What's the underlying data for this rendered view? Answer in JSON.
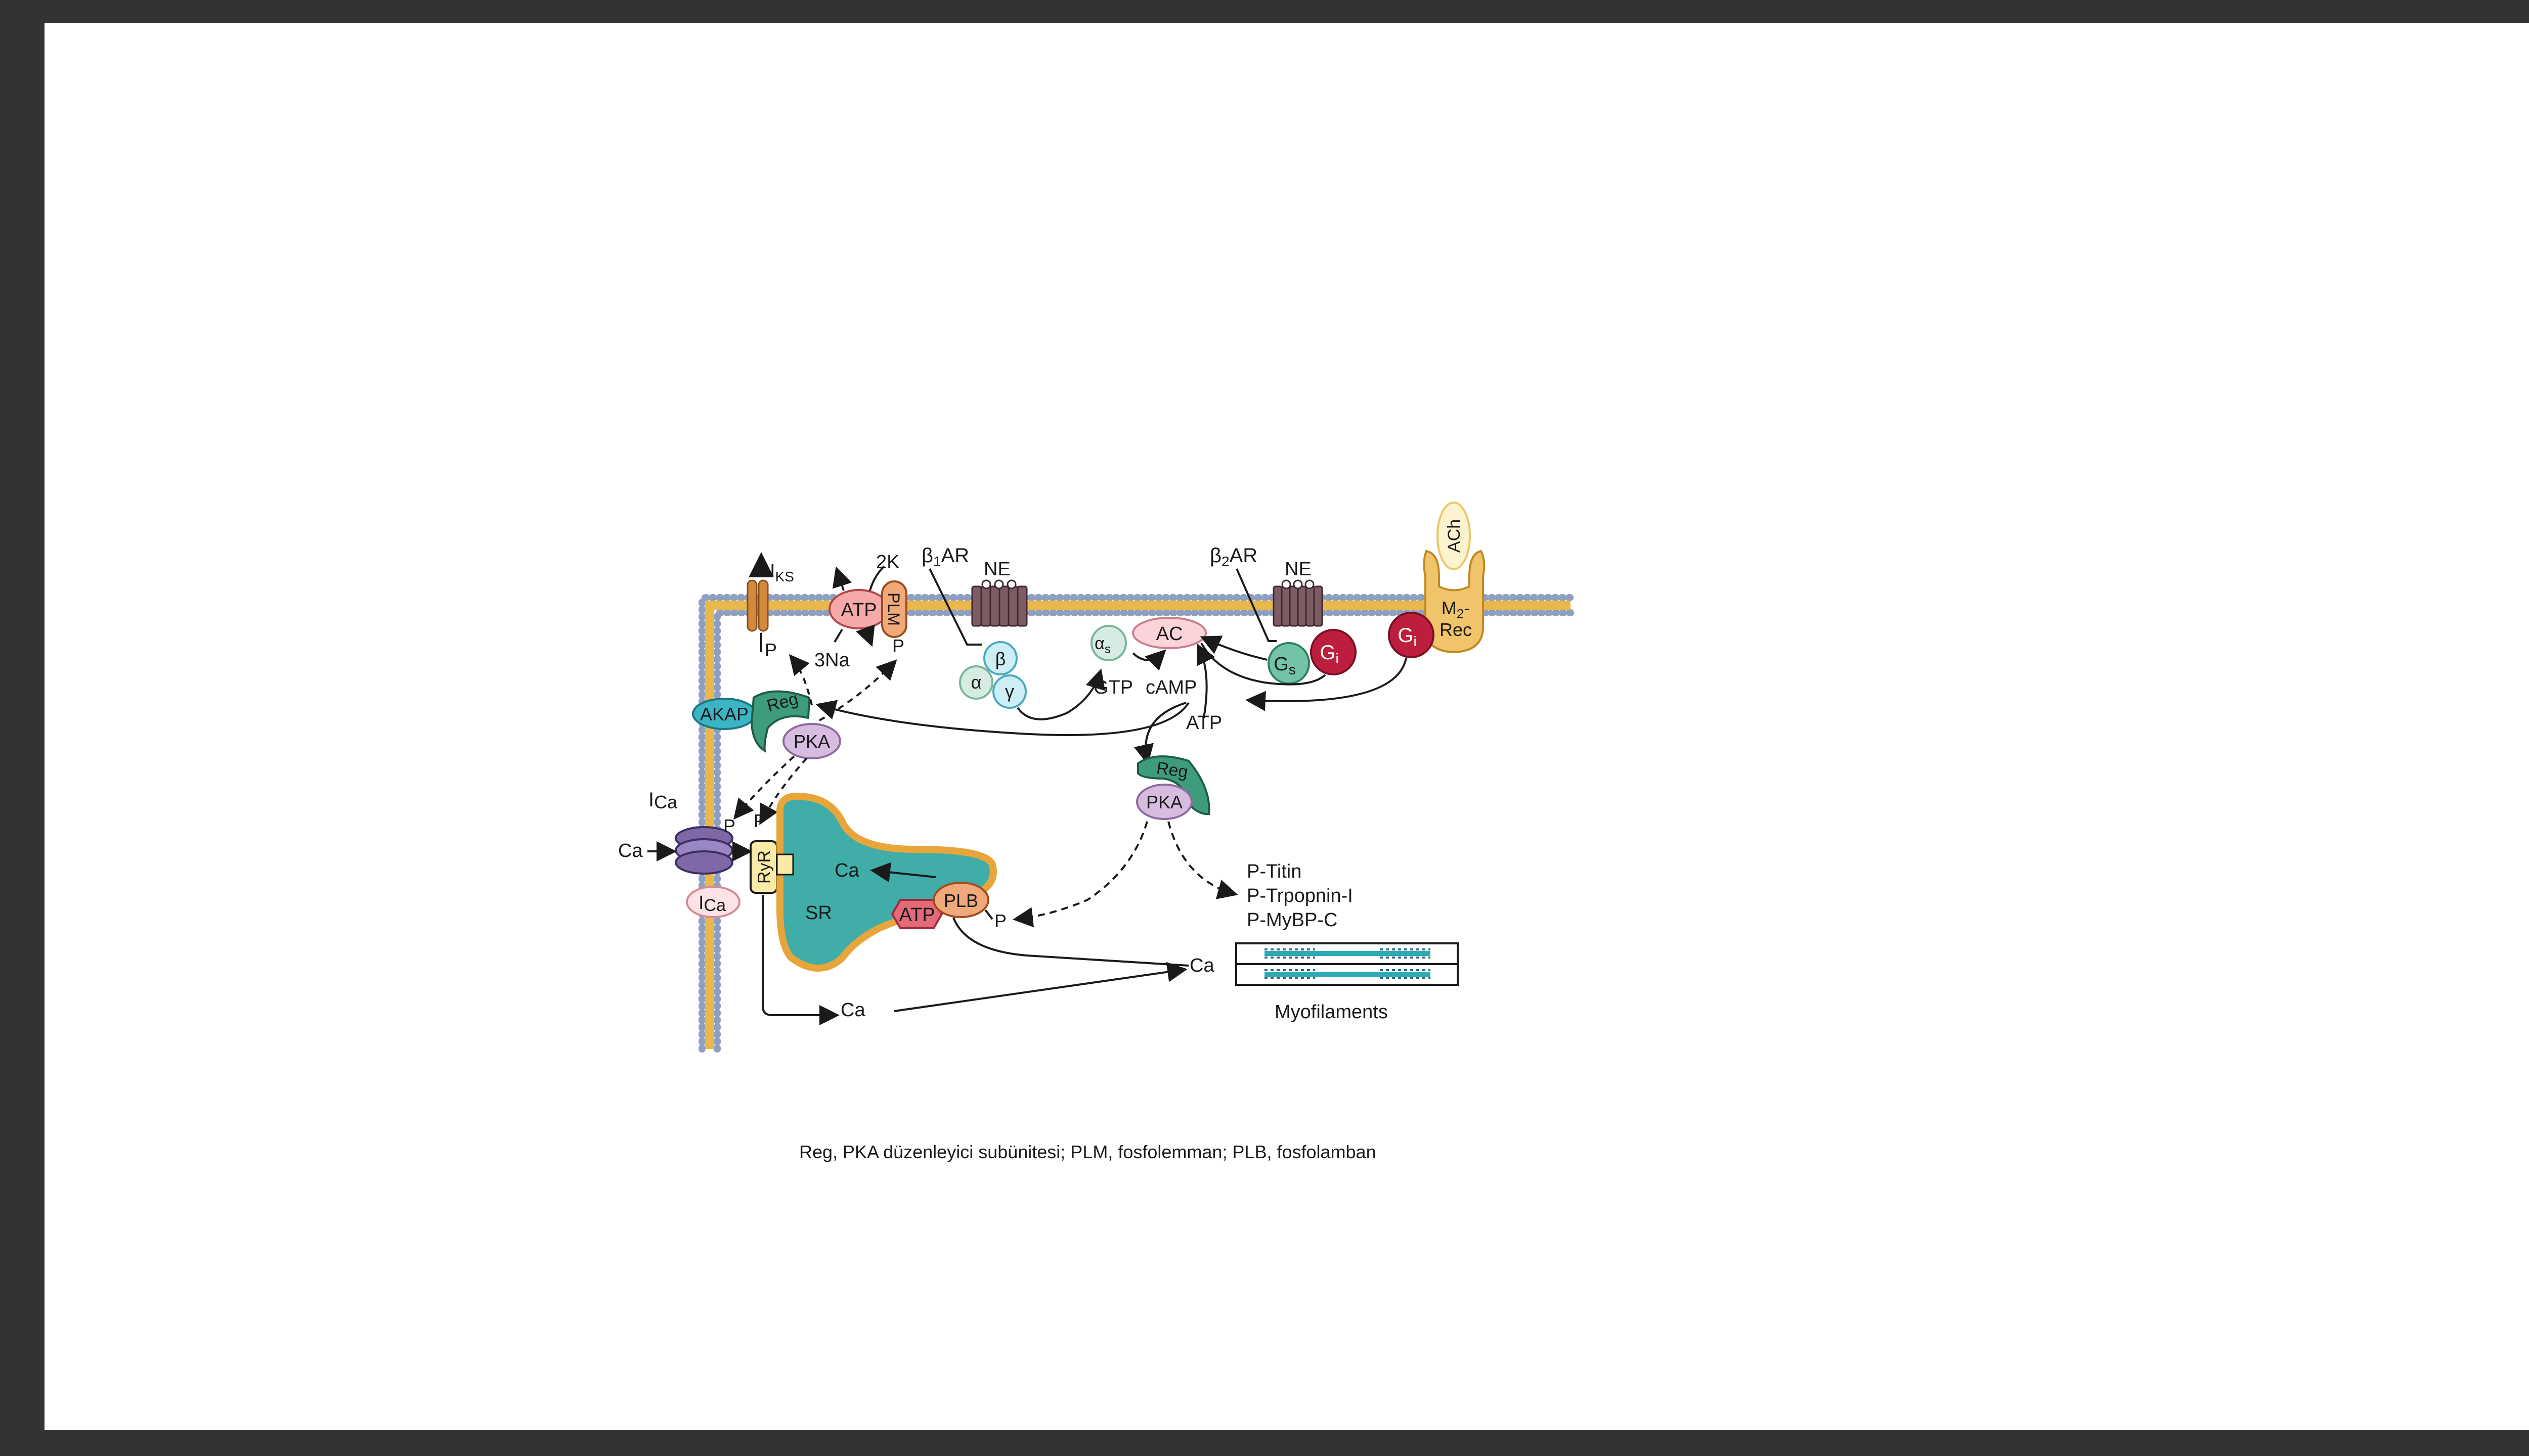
{
  "labels": {
    "iks_main": "I",
    "iks_sub": "KS",
    "two_k": "2K",
    "three_na": "3Na",
    "atp_pump": "ATP",
    "plm": "PLM",
    "p_iks": "P",
    "p_plm": "P",
    "beta1ar_beta": "β",
    "beta1ar_sub": "1",
    "beta1ar_ar": "AR",
    "ne1": "NE",
    "ne2": "NE",
    "beta2ar_beta": "β",
    "beta2ar_sub": "2",
    "beta2ar_ar": "AR",
    "ach": "ACh",
    "m2_line1": "M",
    "m2_sub": "2",
    "m2_dash": "-",
    "m2_line2": "Rec",
    "g_beta": "β",
    "g_alpha": "α",
    "g_gamma": "γ",
    "alpha_s_alpha": "α",
    "alpha_s_sub": "s",
    "ac": "AC",
    "gtp": "GTP",
    "camp": "cAMP",
    "atp_ac": "ATP",
    "gs_g": "G",
    "gs_sub": "s",
    "gi1_g": "G",
    "gi1_sub": "i",
    "gi2_g": "G",
    "gi2_sub": "i",
    "akap": "AKAP",
    "reg1": "Reg",
    "pka1": "PKA",
    "reg2": "Reg",
    "pka2": "PKA",
    "ica_top_main": "I",
    "ica_top_sub": "Ca",
    "ica_bot_main": "I",
    "ica_bot_sub": "Ca",
    "ca_in": "Ca",
    "p_ltcc": "P",
    "p_ryr": "P",
    "ryr": "RyR",
    "ca_sr": "Ca",
    "sr": "SR",
    "atp_serca": "ATP",
    "plb": "PLB",
    "p_plb": "P",
    "p_titin": "P-Titin",
    "p_troponin": "P-Trpopnin-I",
    "p_mybpc": "P-MyBP-C",
    "ca_myo": "Ca",
    "ca_bottom": "Ca",
    "myofilaments": "Myofilaments"
  },
  "caption": "Reg, PKA düzenleyici subünitesi; PLM, fosfolemman; PLB, fosfolamban",
  "colors": {
    "background": "#333333",
    "slide": "#ffffff",
    "membrane_head": "#8f9fc0",
    "membrane_core": "#e9b84a",
    "sr_fill": "#40ada9",
    "sr_border": "#e8a63a",
    "pka": "#d6bde0",
    "reg": "#3e9c7c",
    "akap": "#3bb5c4",
    "gi": "#be1e3e",
    "gs": "#73c4a7",
    "m2_rec": "#f0c46a",
    "plb": "#f2a97a",
    "atp_pump": "#f6a9a9",
    "atp_serca": "#e46a7a",
    "receptor": "#7e5c64",
    "ltcc": "#7e68a6",
    "ryr": "#faeca6",
    "g_beta_gamma": "#cdeef4",
    "alpha_s": "#d6ece3",
    "ac": "#fbd4d9"
  }
}
